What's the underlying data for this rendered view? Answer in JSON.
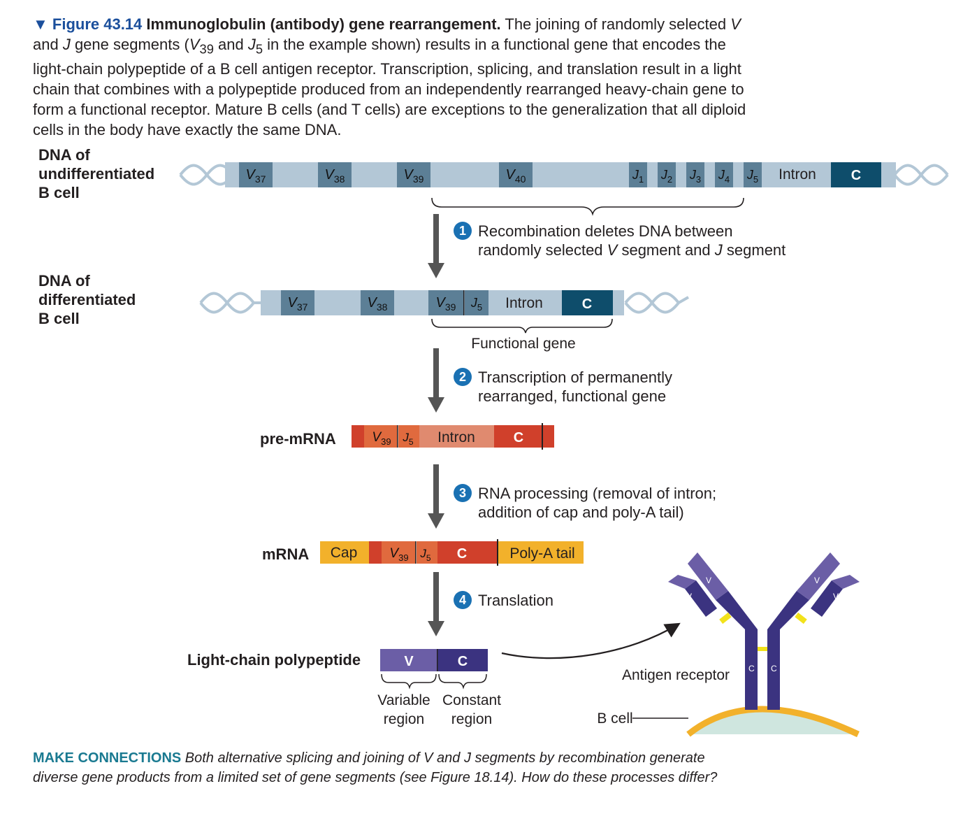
{
  "caption": {
    "figure_label": "▼ Figure 43.14",
    "title": "Immunoglobulin (antibody) gene rearrangement.",
    "body_1": " The joining of randomly selected ",
    "v": "V",
    "body_2": " and ",
    "j": "J",
    "body_3": " gene segments (",
    "v39_base": "V",
    "v39_sub": "39",
    "body_4": " and ",
    "j5_base": "J",
    "j5_sub": "5",
    "body_5": " in the example shown) results in a functional gene that encodes the light-chain polypeptide of a B cell antigen receptor. Transcription, splicing, and translation result in a light chain that combines with a polypeptide produced from an independently rearranged heavy-chain gene to form a functional receptor. Mature B cells (and T cells) are exceptions to the generalization that all diploid cells in the body have exactly the same DNA."
  },
  "rows": {
    "undiff_label_1": "DNA of",
    "undiff_label_2": "undifferentiated",
    "undiff_label_3": "B cell",
    "diff_label_1": "DNA of",
    "diff_label_2": "differentiated",
    "diff_label_3": "B cell",
    "premrna_label": "pre-mRNA",
    "mrna_label": "mRNA",
    "polypeptide_label": "Light-chain polypeptide"
  },
  "segments": {
    "v37": {
      "base": "V",
      "sub": "37"
    },
    "v38": {
      "base": "V",
      "sub": "38"
    },
    "v39": {
      "base": "V",
      "sub": "39"
    },
    "v40": {
      "base": "V",
      "sub": "40"
    },
    "j1": {
      "base": "J",
      "sub": "1"
    },
    "j2": {
      "base": "J",
      "sub": "2"
    },
    "j3": {
      "base": "J",
      "sub": "3"
    },
    "j4": {
      "base": "J",
      "sub": "4"
    },
    "j5": {
      "base": "J",
      "sub": "5"
    },
    "intron": "Intron",
    "c": "C",
    "cap": "Cap",
    "polya": "Poly-A tail",
    "v_region": "V",
    "c_region": "C"
  },
  "steps": [
    {
      "num": "1",
      "line1": "Recombination deletes DNA between",
      "line2_a": "randomly selected ",
      "line2_v": "V",
      "line2_b": " segment and ",
      "line2_j": "J",
      "line2_c": " segment"
    },
    {
      "num": "2",
      "line1": "Transcription of permanently",
      "line2": "rearranged, functional gene"
    },
    {
      "num": "3",
      "line1": "RNA processing (removal of intron;",
      "line2": "addition of cap and poly-A tail)"
    },
    {
      "num": "4",
      "line1": "Translation"
    }
  ],
  "labels": {
    "functional_gene": "Functional gene",
    "variable_1": "Variable",
    "variable_2": "region",
    "constant_1": "Constant",
    "constant_2": "region",
    "antigen_receptor": "Antigen receptor",
    "b_cell": "B cell",
    "receptor_v": "V",
    "receptor_c": "C"
  },
  "make_connections": {
    "head": "MAKE CONNECTIONS",
    "text": " Both alternative splicing and joining of V and J segments by recombination generate diverse gene products from a limited set of gene segments (see Figure 18.14). How do these processes differ?"
  },
  "colors": {
    "dna_light": "#b3c7d6",
    "dna_segment": "#5c7f96",
    "c_dark": "#0e4d6b",
    "premrna_red": "#d0402b",
    "premrna_intron": "#e08a6f",
    "mrna_yellow": "#f2b12b",
    "mrna_orange": "#e06a3e",
    "v_purple": "#6b5ea6",
    "c_purple": "#3b3380",
    "arrow_gray": "#555555",
    "badge_blue": "#1a71b3"
  }
}
